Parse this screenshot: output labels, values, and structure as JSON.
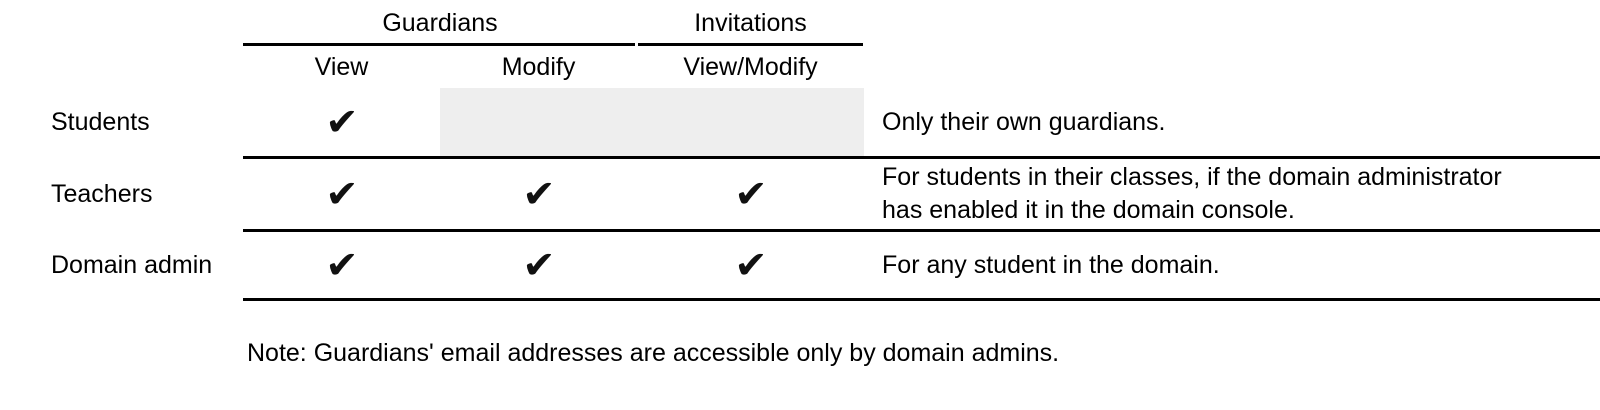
{
  "table": {
    "group_headers": [
      {
        "label": "Guardians",
        "spans": [
          "View",
          "Modify"
        ]
      },
      {
        "label": "Invitations",
        "spans": [
          "View/Modify"
        ]
      }
    ],
    "columns": {
      "row_label": "",
      "view": "View",
      "modify": "Modify",
      "view_modify": "View/Modify",
      "description": ""
    },
    "rows": [
      {
        "label": "Students",
        "view": "✔",
        "modify": "",
        "view_modify": "",
        "modify_shaded": true,
        "view_modify_shaded": true,
        "description": "Only their own guardians."
      },
      {
        "label": "Teachers",
        "view": "✔",
        "modify": "✔",
        "view_modify": "✔",
        "modify_shaded": false,
        "view_modify_shaded": false,
        "description": "For students in their classes, if the domain administrator has enabled it in the domain console."
      },
      {
        "label": "Domain admin",
        "view": "✔",
        "modify": "✔",
        "view_modify": "✔",
        "modify_shaded": false,
        "view_modify_shaded": false,
        "description": "For any student in the domain."
      }
    ]
  },
  "note": "Note: Guardians' email addresses are accessible only by domain admins.",
  "colors": {
    "rule": "#000000",
    "shaded_cell": "#eeeeee",
    "text": "#000000",
    "background": "#ffffff"
  }
}
